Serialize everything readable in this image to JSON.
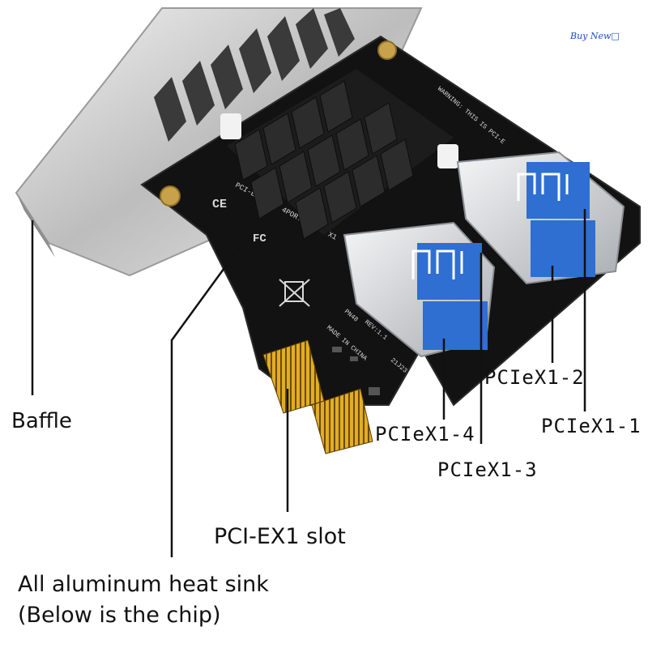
{
  "brand": "Buy  New□",
  "labels": {
    "baffle": "Baffle",
    "slot": "PCI-EX1 slot",
    "heatsink_line1": "All aluminum heat sink",
    "heatsink_line2": "(Below is the chip)",
    "port1": "PCIeX1-1",
    "port2": "PCIeX1-2",
    "port3": "PCIeX1-3",
    "port4": "PCIeX1-4"
  },
  "silkscreen": {
    "model_line1": "PCI-E X1 TO 4PORT PCI-E X1",
    "warning": "WARNING: THIS IS PCI-E",
    "ce": "CE",
    "fc": "FC",
    "pn": "PN48",
    "rev": "REV:1.1",
    "made_in": "MADE IN CHINA",
    "date": "21J23"
  },
  "port_icon": "usb-trident-icon",
  "colors": {
    "pcb": "#121212",
    "heatsink": "#1c1c1c",
    "bracket": "#c9c9c9",
    "gold_finger": "#d9a520",
    "usb_blue": "#2e6fd1",
    "usb_metal": "#d7d9dc"
  }
}
